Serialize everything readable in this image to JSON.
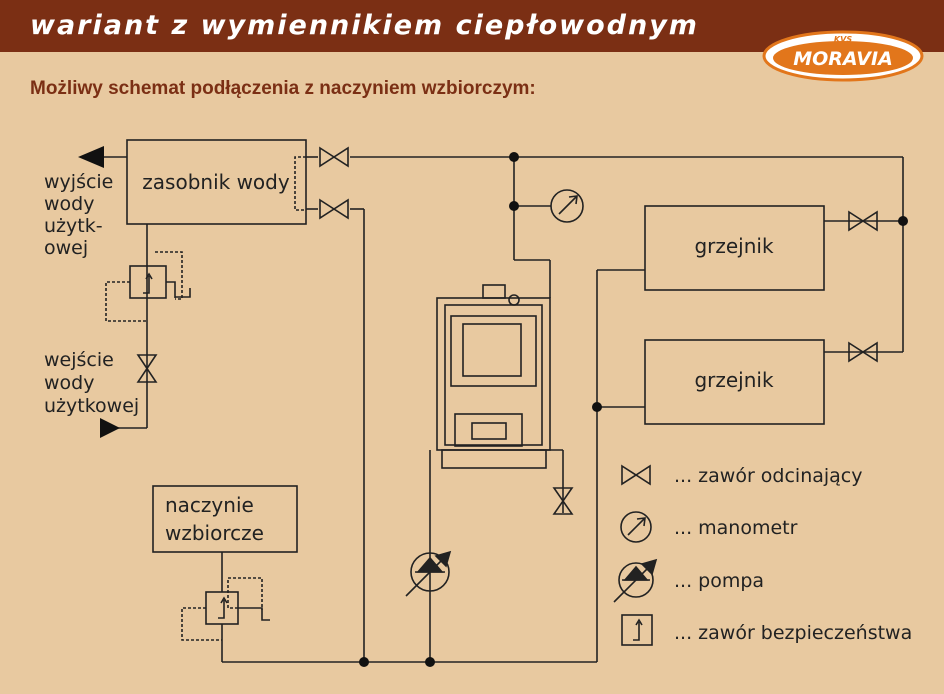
{
  "header": {
    "title": "wariant z wymiennikiem ciepłowodnym"
  },
  "logo": {
    "top_text": "KVS",
    "brand": "MORAVIA"
  },
  "subtitle": "Możliwy schemat podłączenia z naczyniem wzbiorczym:",
  "boxes": {
    "water_tank": "zasobnik wody",
    "radiator_top": "grzejnik",
    "radiator_bottom": "grzejnik",
    "expansion_vessel": [
      "naczynie",
      "wzbiorcze"
    ]
  },
  "labels": {
    "outlet": [
      "wyjście",
      "wody",
      "użytk-",
      "owej"
    ],
    "inlet": [
      "wejście",
      "wody",
      "użytkowej"
    ]
  },
  "legend": [
    {
      "symbol": "shutoff-valve",
      "text": "... zawór odcinający"
    },
    {
      "symbol": "manometer",
      "text": "... manometr"
    },
    {
      "symbol": "pump",
      "text": "... pompa"
    },
    {
      "symbol": "safety-valve",
      "text": "... zawór bezpieczeństwa"
    }
  ],
  "colors": {
    "background": "#e8c9a0",
    "header": "#7b2f14",
    "line": "#222222",
    "logo_orange": "#e2761b"
  }
}
